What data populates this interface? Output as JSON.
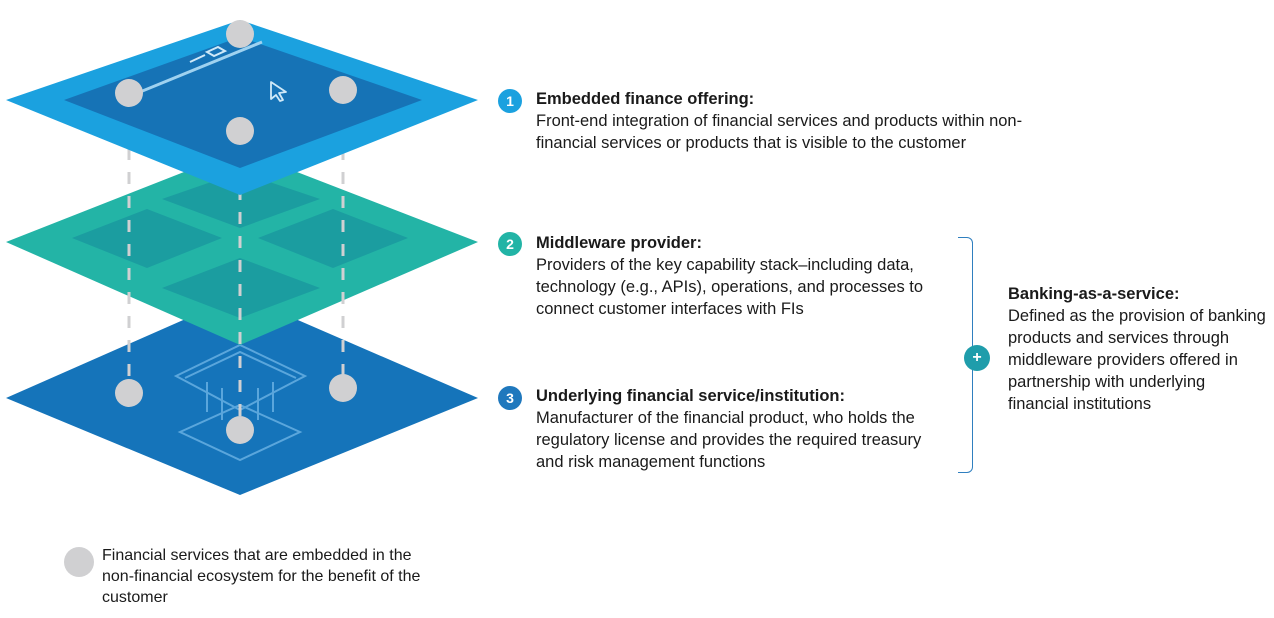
{
  "layers": [
    {
      "number": "1",
      "title": "Embedded finance offering:",
      "description": "Front-end integration of financial services and products within non-financial services or products that is visible to the customer",
      "color": "#1ba1df"
    },
    {
      "number": "2",
      "title": "Middleware provider:",
      "description": "Providers of the key capability stack–including data, technology (e.g., APIs), operations, and processes to connect customer interfaces with FIs",
      "color": "#22b4a6"
    },
    {
      "number": "3",
      "title": "Underlying financial service/institution:",
      "description": "Manufacturer of the financial product, who holds the regulatory license and provides the required treasury and risk management functions",
      "color": "#1f78bd"
    }
  ],
  "banking_as_a_service": {
    "title": "Banking-as-a-service:",
    "description": "Defined as the provision of banking products and services through middleware providers offered in partnership with underlying financial institutions",
    "badge": "+"
  },
  "legend": {
    "text": "Financial services that are embedded in the non-financial ecosystem for the benefit of the customer"
  },
  "colors": {
    "top_layer": "#1ba1df",
    "top_inner": "#1673b6",
    "middle_layer": "#23b4a6",
    "middle_tile": "#1b9da0",
    "bottom_layer": "#1574ba",
    "node": "#d0d0d2",
    "badge_blue": "#1ba1df",
    "badge_teal": "#22b4a6",
    "badge_dark": "#1f78bd",
    "plus_badge": "#1f9dab",
    "bracket": "#2f7fbf"
  },
  "icons": [
    "cursor-icon",
    "bank-icon",
    "card-icon"
  ]
}
